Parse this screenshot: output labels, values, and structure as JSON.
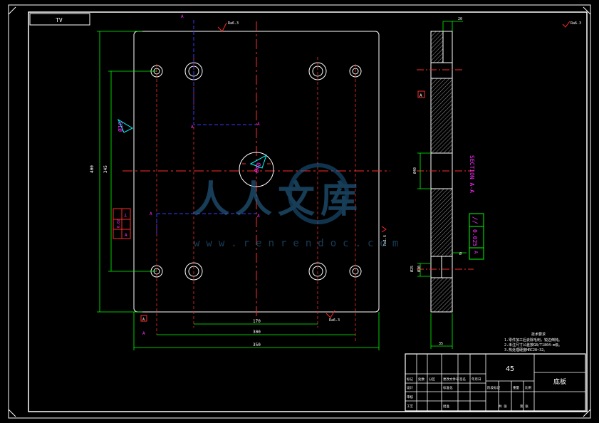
{
  "title_tag": "TV",
  "roughness_top": "Ra6.3",
  "roughness_corner": "Ra6.3",
  "roughness_right": "Ra1.6",
  "roughness_bottom": "Ra6.3",
  "section_label": "SECTION A-A",
  "section_marker": "A",
  "datum_left_top": "A",
  "datum_bottom": "A",
  "dims": {
    "total_height": "400",
    "inner_height": "345",
    "total_width": "350",
    "hole_span": "300",
    "inner_span": "170",
    "left_dia": "Ø18",
    "center_dia": "Ø40",
    "thick_top": "20",
    "sec_mid": "Ø40",
    "sec_lower": "Ø25",
    "sec_lower2": "Ø30",
    "sec_bottom": "35"
  },
  "tolerance_left": [
    "⊥",
    "0.02",
    "A"
  ],
  "tolerance_right": [
    "//",
    "0.025",
    "A"
  ],
  "tech_req": {
    "title": "技术要求",
    "lines": [
      "1.零件加工后去除毛刺，锐边倒钝。",
      "2.未注尺寸公差按GB/T1804-m级。",
      "3.热处理硬度HRC28~32。"
    ]
  },
  "title_block": {
    "material": "45",
    "part_name": "底板",
    "cells": [
      "标记",
      "处数",
      "分区",
      "更改文件号",
      "签名",
      "年月日"
    ],
    "cells2": [
      "设计",
      "",
      "标准化",
      "",
      "阶段标记",
      "重量",
      "比例"
    ],
    "cells3": [
      "审核",
      "",
      "",
      "",
      "",
      ""
    ],
    "cells4": [
      "工艺",
      "",
      "批准",
      "",
      "共 张",
      "第 张"
    ]
  },
  "watermark": {
    "text_cn": "人人文库",
    "url": "www.renrendoc.com"
  }
}
